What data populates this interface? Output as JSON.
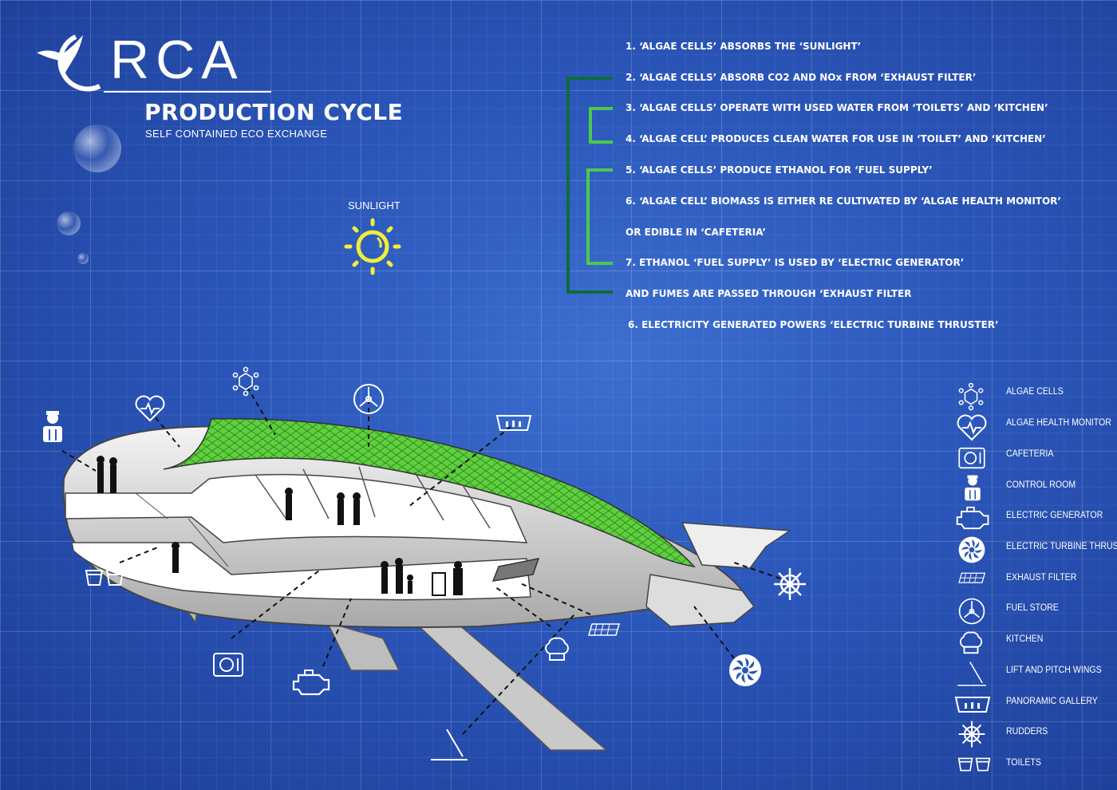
{
  "logo": {
    "text": "RCA"
  },
  "header": {
    "title": "PRODUCTION CYCLE",
    "subtitle": "SELF CONTAINED ECO EXCHANGE"
  },
  "sun_label": "SUNLIGHT",
  "steps": [
    "1. ‘ALGAE CELLS’ ABSORBS THE ‘SUNLIGHT’",
    "2. ‘ALGAE CELLS’ ABSORB CO2 AND NOx FROM ‘EXHAUST FILTER’",
    "3. ‘ALGAE CELLS’  OPERATE WITH USED WATER FROM ‘TOILETS’ AND ‘KITCHEN’",
    "4. ‘ALGAE CELL’ PRODUCES CLEAN WATER FOR USE IN ‘TOILET’ AND ‘KITCHEN’",
    "5. ‘ALGAE CELLS’ PRODUCE ETHANOL FOR ‘FUEL SUPPLY’",
    "6. ‘ALGAE CELL’ BIOMASS IS EITHER RE CULTIVATED BY ‘ALGAE HEALTH MONITOR’",
    "OR EDIBLE IN ‘CAFETERIA’",
    "7.  ETHANOL ‘FUEL SUPPLY’ IS USED BY ‘ELECTRIC GENERATOR’",
    "AND FUMES ARE PASSED THROUGH ‘EXHAUST FILTER",
    "6. ELECTRICITY GENERATED POWERS ‘ELECTRIC TURBINE THRUSTER’"
  ],
  "legend": [
    {
      "label": "ALGAE CELLS",
      "icon": "algae-cells-icon"
    },
    {
      "label": "ALGAE HEALTH MONITOR",
      "icon": "heart-monitor-icon"
    },
    {
      "label": "CAFETERIA",
      "icon": "cafeteria-icon"
    },
    {
      "label": "CONTROL ROOM",
      "icon": "control-room-icon"
    },
    {
      "label": "ELECTRIC GENERATOR",
      "icon": "generator-icon"
    },
    {
      "label": "ELECTRIC TURBINE THRUSTER",
      "icon": "turbine-icon"
    },
    {
      "label": "EXHAUST FILTER",
      "icon": "exhaust-filter-icon"
    },
    {
      "label": "FUEL STORE",
      "icon": "fuel-store-icon"
    },
    {
      "label": "KITCHEN",
      "icon": "kitchen-icon"
    },
    {
      "label": "LIFT AND PITCH WINGS",
      "icon": "wing-icon"
    },
    {
      "label": "PANORAMIC GALLERY",
      "icon": "gallery-icon"
    },
    {
      "label": "RUDDERS",
      "icon": "rudder-icon"
    },
    {
      "label": "TOILETS",
      "icon": "toilets-icon"
    }
  ],
  "colors": {
    "background": "#2a55b8",
    "bracket_dark": "#0f6b3a",
    "bracket_light": "#4cc94c",
    "algae_green": "#5fcf3e",
    "sun_yellow": "#f2ee3a"
  }
}
